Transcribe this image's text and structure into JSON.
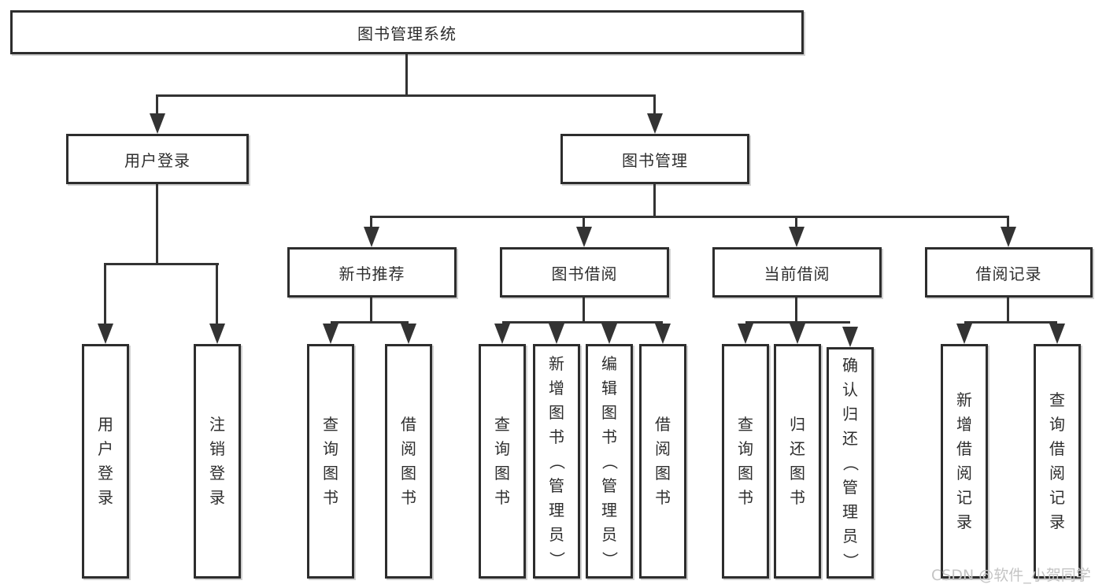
{
  "diagram": {
    "title_node": {
      "label": "图书管理系统"
    },
    "level2": [
      {
        "id": "user-login",
        "label": "用户登录"
      },
      {
        "id": "book-management",
        "label": "图书管理"
      }
    ],
    "level3": [
      {
        "id": "new-book-recommendation",
        "label": "新书推荐"
      },
      {
        "id": "book-borrowing",
        "label": "图书借阅"
      },
      {
        "id": "current-borrowing",
        "label": "当前借阅"
      },
      {
        "id": "borrowing-records",
        "label": "借阅记录"
      }
    ],
    "leaves": {
      "user_login": [
        {
          "label": "用户登录"
        },
        {
          "label": "注销登录"
        }
      ],
      "new_book": [
        {
          "label": "查询图书"
        },
        {
          "label": "借阅图书"
        }
      ],
      "book_borrowing": [
        {
          "label": "查询图书"
        },
        {
          "label": "新增图书（管理员）"
        },
        {
          "label": "编辑图书（管理员）"
        },
        {
          "label": "借阅图书"
        }
      ],
      "current_borrowing": [
        {
          "label": "查询图书"
        },
        {
          "label": "归还图书"
        },
        {
          "label": "确认归还（管理员）"
        }
      ],
      "borrowing_records": [
        {
          "label": "新增借阅记录"
        },
        {
          "label": "查询借阅记录"
        }
      ]
    },
    "watermark": "CSDN @软件_小贺同学",
    "colors": {
      "line": "#333333",
      "border": "#2d2d2d",
      "text": "#2e2e2e",
      "watermark": "#c4c4c4",
      "background": "#ffffff"
    }
  }
}
